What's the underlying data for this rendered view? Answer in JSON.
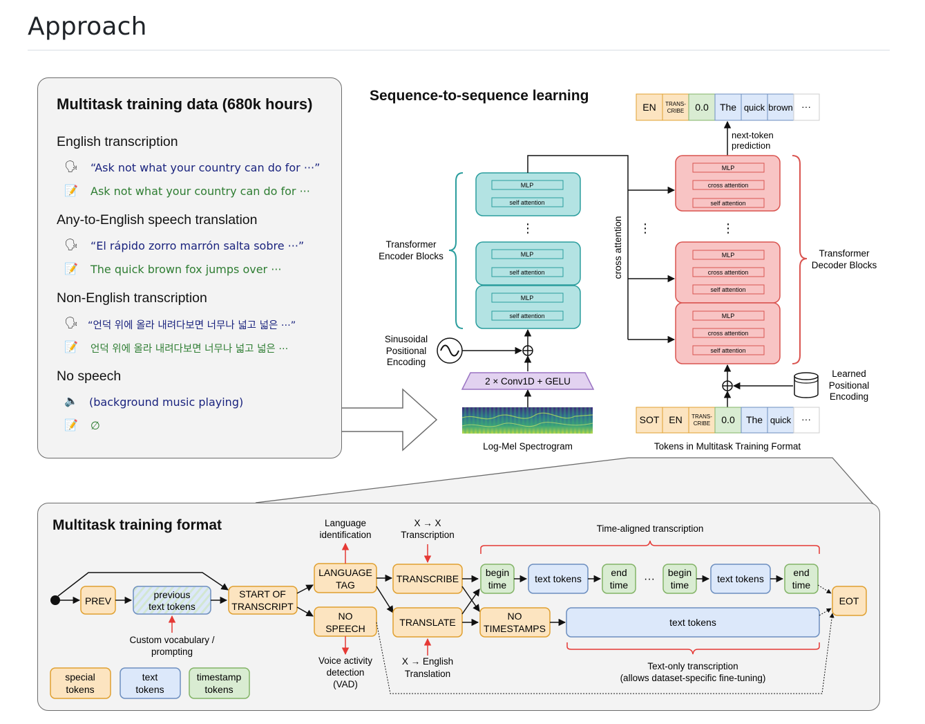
{
  "page": {
    "title": "Approach"
  },
  "training_data": {
    "heading": "Multitask training data (680k hours)",
    "sections": [
      {
        "title": "English transcription",
        "speech": "“Ask not what your country can do for ···”",
        "text": "Ask not what your country can do for ···"
      },
      {
        "title": "Any-to-English speech translation",
        "speech": "“El rápido zorro marrón salta sobre ···”",
        "text": "The quick brown fox jumps over ···"
      },
      {
        "title": "Non-English transcription",
        "speech": "“언덕 위에 올라 내려다보면 너무나 넓고 넓은 ···”",
        "text": "언덕 위에 올라 내려다보면 너무나 넓고 넓은 ···"
      },
      {
        "title": "No speech",
        "speech": "(background music playing)",
        "text": "∅"
      }
    ]
  },
  "seq2seq": {
    "heading": "Sequence-to-sequence learning",
    "output_tokens": [
      "EN",
      "TRANS-",
      "CRIBE",
      "0.0",
      "The",
      "quick",
      "brown",
      "···"
    ],
    "input_tokens": [
      "SOT",
      "EN",
      "TRANS-",
      "CRIBE",
      "0.0",
      "The",
      "quick",
      "···"
    ],
    "next_token_line1": "next-token",
    "next_token_line2": "prediction",
    "mlp": "MLP",
    "self_attention": "self attention",
    "cross_attention": "cross attention",
    "encoder_label_line1": "Transformer",
    "encoder_label_line2": "Encoder Blocks",
    "decoder_label_line1": "Transformer",
    "decoder_label_line2": "Decoder Blocks",
    "cross_attention_side": "cross attention",
    "sinusoidal_line1": "Sinusoidal",
    "sinusoidal_line2": "Positional",
    "sinusoidal_line3": "Encoding",
    "conv": "2 × Conv1D + GELU",
    "spectrogram": "Log-Mel Spectrogram",
    "tokens_caption": "Tokens in Multitask Training Format",
    "learned_line1": "Learned",
    "learned_line2": "Positional",
    "learned_line3": "Encoding",
    "dots": "⋮",
    "hdots": "···"
  },
  "format": {
    "heading": "Multitask training format",
    "prev": "PREV",
    "previous_line1": "previous",
    "previous_line2": "text tokens",
    "custom_line1": "Custom vocabulary /",
    "custom_line2": "prompting",
    "start_line1": "START OF",
    "start_line2": "TRANSCRIPT",
    "language_line1": "LANGUAGE",
    "language_line2": "TAG",
    "lang_id_line1": "Language",
    "lang_id_line2": "identification",
    "no_speech_line1": "NO",
    "no_speech_line2": "SPEECH",
    "vad_line1": "Voice activity",
    "vad_line2": "detection",
    "vad_line3": "(VAD)",
    "transcribe": "TRANSCRIBE",
    "xx_line1": "X → X",
    "xx_line2": "Transcription",
    "translate": "TRANSLATE",
    "xen_line1": "X → English",
    "xen_line2": "Translation",
    "begin_line1": "begin",
    "begin_line2": "time",
    "end_line1": "end",
    "end_line2": "time",
    "text_tokens": "text tokens",
    "dots": "···",
    "time_aligned": "Time-aligned transcription",
    "no_ts_line1": "NO",
    "no_ts_line2": "TIMESTAMPS",
    "text_only_line1": "Text-only transcription",
    "text_only_line2": "(allows dataset-specific fine-tuning)",
    "eot": "EOT",
    "legend_special_line1": "special",
    "legend_special_line2": "tokens",
    "legend_text_line1": "text",
    "legend_text_line2": "tokens",
    "legend_timestamp_line1": "timestamp",
    "legend_timestamp_line2": "tokens"
  },
  "colors": {
    "special_fill": "#fce4c0",
    "special_stroke": "#e0a030",
    "text_fill": "#dce8fa",
    "text_stroke": "#6c8ebf",
    "timestamp_fill": "#d9ecd2",
    "timestamp_stroke": "#82b366",
    "encoder_fill": "#b3e3e3",
    "encoder_stroke": "#2a9d9d",
    "decoder_fill": "#f8c4c4",
    "decoder_stroke": "#d9534f",
    "conv_fill": "#e2d2f0",
    "conv_stroke": "#9a73c2",
    "speech_text": "#1a237e",
    "transcript_text": "#2e7d32",
    "red_arrow": "#e53935"
  },
  "icons": [
    "speaking-head-icon",
    "memo-icon",
    "speaker-icon",
    "sine-wave-icon",
    "database-icon",
    "spectrogram-image"
  ]
}
